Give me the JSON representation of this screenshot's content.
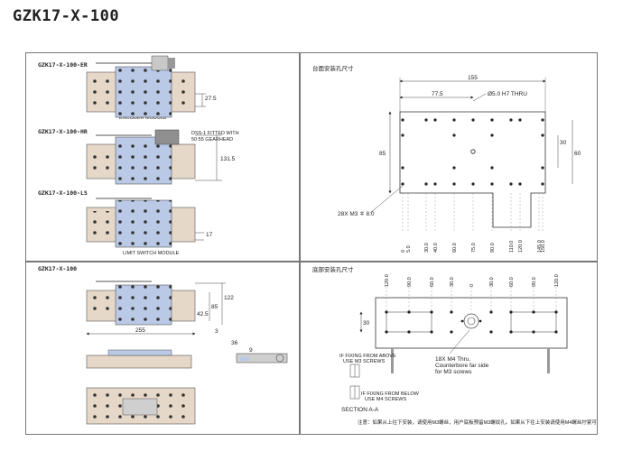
{
  "title": "GZK17-X-100",
  "variants": {
    "er": "GZK17-X-100-ER",
    "hr": "GZK17-X-100-HR",
    "ls": "GZK17-X-100-LS",
    "base": "GZK17-X-100"
  },
  "callouts": {
    "encoder": "ENCODER MODULE",
    "dss": "DSS-1 FITTED WITH",
    "gearhead": "50:55 GEARHEAD",
    "limit": "LIMIT SWITCH MODULE"
  },
  "left_dims": {
    "er_height": "27.5",
    "hr_height": "131.5",
    "ls_height": "17",
    "base_h1": "122",
    "base_h2": "85",
    "base_h3": "42.5",
    "base_w": "255",
    "base_small": "3",
    "side_36": "36",
    "side_9": "9"
  },
  "top_right": {
    "section_title": "台面安装孔尺寸",
    "width": "155",
    "half": "77.5",
    "hole": "Ø5.0 H7 THRU",
    "height": "85",
    "h30": "30",
    "h60": "60",
    "thread": "28X M3 ∓ 8.0",
    "x_ticks": [
      "0",
      "5.0",
      "30.0",
      "40.0",
      "60.0",
      "75.0",
      "90.0",
      "110.0",
      "120.0",
      "145.0",
      "150.0"
    ]
  },
  "bottom_right": {
    "section_title": "底部安装孔尺寸",
    "top_ticks": [
      "120.0",
      "90.0",
      "60.0",
      "30.0",
      "0",
      "30.0",
      "60.0",
      "90.0",
      "120.0"
    ],
    "dim_30": "30",
    "m4_line1": "18X M4 Thru.",
    "m4_line2": "Counterbore far side",
    "m4_line3": "for M3 screws",
    "fix_above1": "IF FIXING FROM ABOVE",
    "fix_above2": "USE M3 SCREWS",
    "fix_below1": "IF FIXING FROM BELOW",
    "fix_below2": "USE M4 SCREWS",
    "section_aa": "SECTION A-A"
  },
  "note": "注意：如果从上往下安装，请使用M3螺丝，用户底板预留M3螺纹孔。如果从下往上安装请使用M4螺丝拧紧可",
  "colors": {
    "stage_blue": "#b9c9e6",
    "stage_beige": "#e6d8c8",
    "frame": "#777777",
    "metal": "#cfcfcf"
  }
}
